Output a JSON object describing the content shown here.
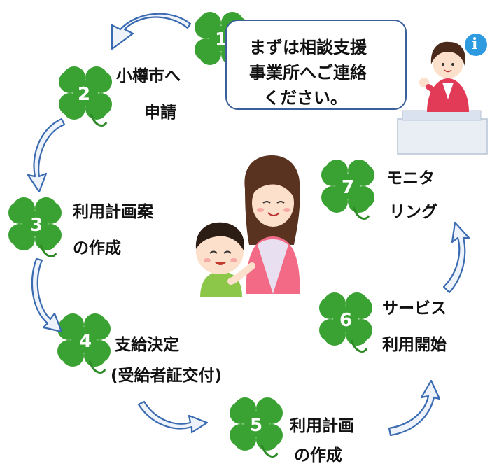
{
  "colors": {
    "clover": "#3aa232",
    "clover_dark": "#2d8a27",
    "arrow": "#3a6bb0",
    "arrow_fill": "#eef3fb",
    "bubble_border": "#3b5f9a"
  },
  "steps": [
    {
      "number": "1",
      "lines": [
        "まずは相談支援",
        "事業所へご連絡",
        "ください。"
      ]
    },
    {
      "number": "2",
      "lines": [
        "小樽市へ",
        "申請"
      ]
    },
    {
      "number": "3",
      "lines": [
        "利用計画案",
        "の作成"
      ]
    },
    {
      "number": "4",
      "lines": [
        "支給決定",
        "(受給者証交付)"
      ]
    },
    {
      "number": "5",
      "lines": [
        "利用計画",
        "の作成"
      ]
    },
    {
      "number": "6",
      "lines": [
        "サービス",
        "利用開始"
      ]
    },
    {
      "number": "7",
      "lines": [
        "モニタ",
        "リング"
      ]
    }
  ],
  "icons": {
    "info": "i",
    "receptionist": "receptionist-illustration",
    "mother_child": "mother-and-child-illustration"
  }
}
